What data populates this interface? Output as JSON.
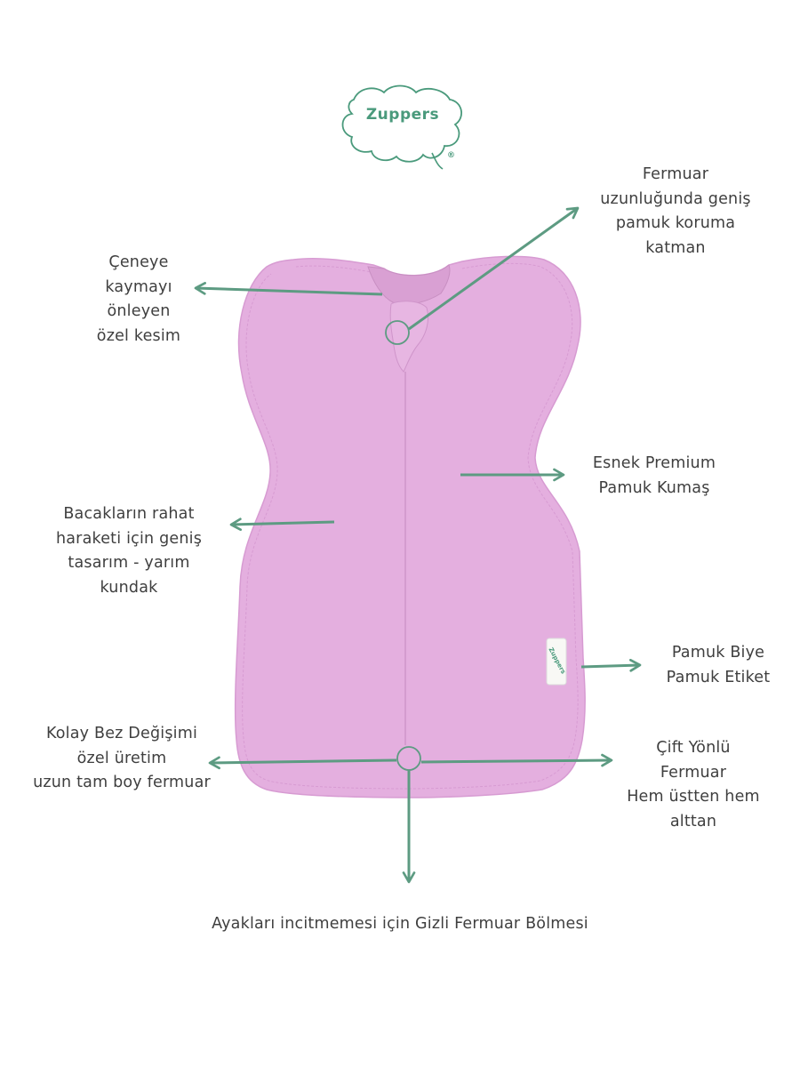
{
  "brand": {
    "logo_text": "Zuppers",
    "registered_mark": "®",
    "tag_text": "Zuppers",
    "color": "#4a9a7c"
  },
  "colors": {
    "garment": "#e4afdf",
    "garment_edge": "#d79bd2",
    "arrow": "#5d9b82",
    "text": "#3f3f3f"
  },
  "labels": {
    "chin": [
      "Çeneye",
      "kaymayı",
      "önleyen",
      "özel kesim"
    ],
    "zipper_guard": [
      "Fermuar",
      "uzunluğunda geniş",
      "pamuk koruma",
      "katman"
    ],
    "fabric": [
      "Esnek Premium",
      "Pamuk Kumaş"
    ],
    "legs": [
      "Bacakların rahat",
      "haraketi için geniş",
      "tasarım - yarım",
      "kundak"
    ],
    "tag": [
      "Pamuk Biye",
      "Pamuk Etiket"
    ],
    "diaper": [
      "Kolay Bez Değişimi",
      "özel üretim",
      "uzun tam boy fermuar"
    ],
    "double_zip": [
      "Çift Yönlü",
      "Fermuar",
      "Hem üstten hem",
      "alttan"
    ],
    "footer": "Ayakları incitmemesi için Gizli Fermuar Bölmesi"
  }
}
